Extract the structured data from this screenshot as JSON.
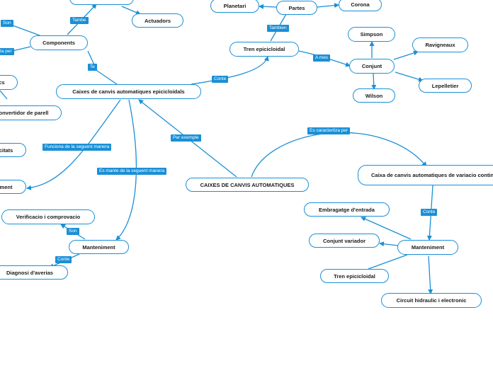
{
  "colors": {
    "accent": "#1a8fd6",
    "node_border": "#1a8fd6",
    "text": "#1b1b1b"
  },
  "nodes": {
    "root": "CAIXES DE CANVIS AUTOMATIQUES",
    "epicicloidal": "Caixes de canvis automatiques epicicloidals",
    "components": "Components",
    "actuadors": "Actuadors",
    "tren_epicicloidal": "Tren epicicloidal",
    "partes": "Partes",
    "planetari": "Planetari",
    "corona": "Corona",
    "conjunt": "Conjunt",
    "simpson": "Simpson",
    "ravigneaux": "Ravigneaux",
    "lepelletier": "Lepelletier",
    "wilson": "Wilson",
    "left_cs": "cs",
    "convertidor": "onvertidor de parell",
    "citats": "citats",
    "ment": "ment",
    "manteniment_left": "Manteniment",
    "verificacio": "Verificacio i comprovacio",
    "diagnosi": "Diagnosi d'averias",
    "variacio": "Caixa de canvis automatiques de variacio continua",
    "manteniment_right": "Manteniment",
    "embragatge": "Embragatge d'entrada",
    "conjunt_variador": "Conjunt variador",
    "tren_epicicloidal_2": "Tren epicicloidal",
    "circuit": "Circuit hidraulic i electronic"
  },
  "labels": {
    "son_top": "Son",
    "tambe": "Tambe",
    "ta_per": "ta per",
    "te": "Te",
    "conte_1": "Conte",
    "tambien": "Tambien",
    "a_mes": "A mes",
    "per_exemple": "Per exemple",
    "es_caracteritza": "Es caracteritza per",
    "funciona": "Funciona de la seguent manera",
    "es_mante": "Es mante de la seguent manera",
    "son_2": "Son",
    "conte_2": "Conte",
    "conte_3": "Conte"
  }
}
